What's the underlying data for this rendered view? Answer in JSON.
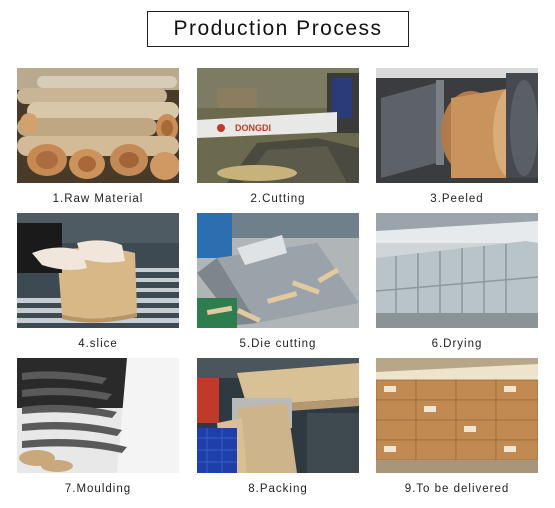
{
  "title": "Production Process",
  "steps": [
    {
      "label": "1.Raw Material"
    },
    {
      "label": "2.Cutting"
    },
    {
      "label": "3.Peeled"
    },
    {
      "label": "4.slice"
    },
    {
      "label": "5.Die cutting"
    },
    {
      "label": "6.Drying"
    },
    {
      "label": "7.Moulding"
    },
    {
      "label": "8.Packing"
    },
    {
      "label": "9.To be delivered"
    }
  ],
  "saw_brand": "DONGDI"
}
